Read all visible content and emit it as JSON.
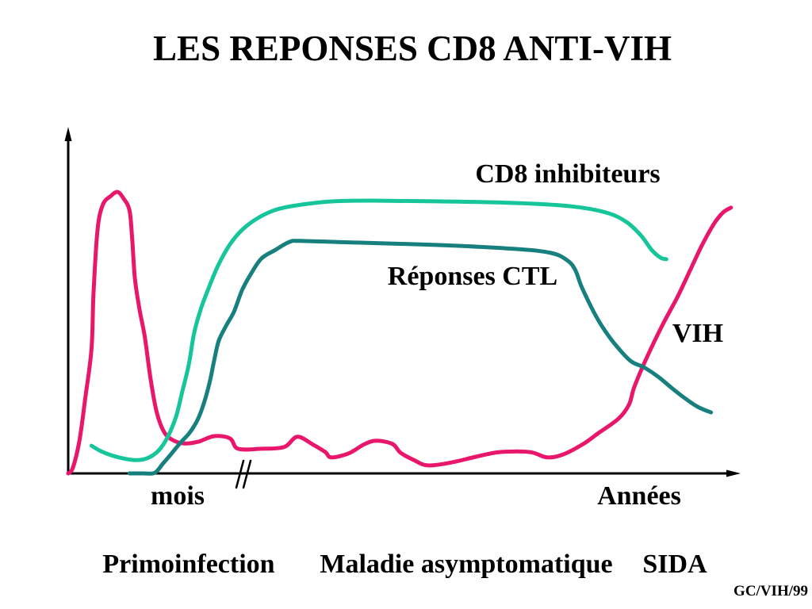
{
  "slide": {
    "footer_code": "GC/VIH/99"
  },
  "chart_data": {
    "type": "line",
    "title": "LES REPONSES CD8 ANTI-VIH",
    "x_tick_labels": [
      "mois",
      "Années"
    ],
    "phase_labels": [
      "Primoinfection",
      "Maladie asymptomatique",
      "SIDA"
    ],
    "xlim": [
      0,
      100
    ],
    "ylim": [
      0,
      100
    ],
    "grid": false,
    "x_axis_break": true,
    "legend": "inline",
    "series": [
      {
        "name": "VIH",
        "color": "#E8176B",
        "x": [
          0,
          0.7,
          1.7,
          2.6,
          3.5,
          3.8,
          4.4,
          5.2,
          6.4,
          7.4,
          8.3,
          9.2,
          9.6,
          10.0,
          10.7,
          11.5,
          12.4,
          13.3,
          14.4,
          15.7,
          17.4,
          19.5,
          21.9,
          24.3,
          25.5,
          29.0,
          32.4,
          34.4,
          36.8,
          38.6,
          39.5,
          42.1,
          44.5,
          46.3,
          48.7,
          49.9,
          51.9,
          54.0,
          57.6,
          61.2,
          64.8,
          69.3,
          71.9,
          74.3,
          77.3,
          79.6,
          82.6,
          84.2,
          85.0,
          86.8,
          89.2,
          91.5,
          93.3,
          95.1,
          96.9,
          98.3,
          99.5
        ],
        "y": [
          0,
          1.7,
          10.0,
          23.1,
          37.4,
          54.0,
          73.1,
          80.7,
          83.3,
          84.5,
          82.6,
          79.0,
          70.7,
          58.8,
          49.3,
          41.0,
          27.9,
          18.3,
          12.4,
          10.0,
          9.0,
          9.5,
          11.2,
          10.5,
          7.4,
          7.4,
          7.9,
          11.0,
          8.6,
          6.4,
          4.8,
          6.0,
          8.8,
          9.8,
          8.8,
          6.2,
          4.0,
          2.4,
          3.3,
          5.0,
          6.4,
          6.4,
          4.8,
          5.7,
          8.8,
          12.1,
          16.4,
          20.7,
          26.0,
          34.5,
          44.5,
          53.1,
          60.7,
          68.3,
          74.8,
          78.3,
          79.8
        ]
      },
      {
        "name": "CD8 inhibiteurs",
        "color": "#17C59A",
        "x": [
          3.5,
          5.2,
          7.6,
          10.0,
          11.8,
          13.6,
          15.0,
          16.2,
          17.1,
          18.1,
          18.9,
          19.9,
          21.0,
          22.5,
          24.3,
          26.1,
          28.5,
          31.4,
          35.0,
          39.8,
          45.7,
          55.2,
          67.1,
          75.5,
          80.8,
          83.8,
          86.0,
          87.6,
          88.9,
          89.8
        ],
        "y": [
          8.3,
          6.4,
          4.8,
          4.0,
          4.5,
          6.9,
          11.2,
          17.1,
          24.3,
          32.6,
          42.1,
          49.3,
          55.2,
          62.4,
          68.8,
          73.1,
          76.7,
          79.3,
          80.7,
          81.7,
          81.9,
          81.7,
          81.2,
          80.2,
          78.3,
          75.5,
          71.4,
          67.1,
          64.8,
          64.3
        ]
      },
      {
        "name": "Réponses CTL",
        "color": "#17807E",
        "x": [
          9.2,
          11.2,
          13.0,
          14.2,
          15.4,
          16.9,
          18.3,
          19.5,
          20.5,
          21.3,
          21.9,
          22.6,
          23.7,
          24.9,
          26.1,
          27.4,
          29.0,
          31.1,
          33.2,
          35.0,
          43.3,
          55.2,
          67.1,
          72.5,
          74.9,
          76.1,
          77.0,
          78.1,
          79.0,
          80.2,
          82.0,
          84.4,
          86.4,
          88.6,
          90.7,
          92.7,
          94.5,
          96.5
        ],
        "y": [
          0,
          0,
          0.2,
          2.9,
          5.7,
          9.3,
          12.4,
          16.4,
          21.9,
          27.9,
          33.8,
          39.8,
          44.3,
          48.6,
          55.0,
          59.8,
          64.5,
          67.1,
          69.5,
          69.8,
          69.3,
          68.6,
          67.4,
          66.2,
          64.0,
          61.2,
          56.4,
          51.7,
          48.1,
          44.0,
          39.0,
          33.8,
          31.9,
          29.0,
          25.5,
          22.4,
          20.0,
          18.3
        ]
      }
    ]
  }
}
